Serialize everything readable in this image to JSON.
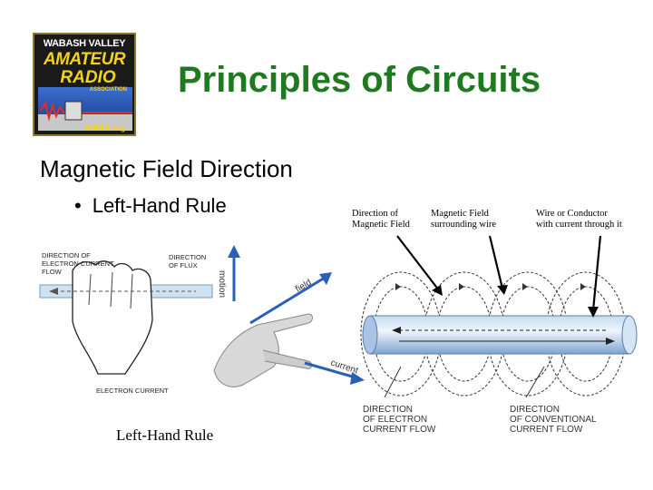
{
  "logo": {
    "line1": "WABASH VALLEY",
    "line2": "AMATEUR",
    "line3": "RADIO",
    "line4": "ASSOCIATION",
    "callsign": "W9UUU.org"
  },
  "title": "Principles of Circuits",
  "subtitle": "Magnetic Field Direction",
  "bullet": {
    "marker": "•",
    "text": "Left-Hand Rule"
  },
  "left_figure": {
    "dir_electron_current_flow": [
      "DIRECTION OF",
      "ELECTRON CURRENT",
      "FLOW"
    ],
    "dir_flux": [
      "DIRECTION",
      "OF FLUX"
    ],
    "electron_current": "ELECTRON CURRENT",
    "motion": "motion",
    "field": "field",
    "current": "current"
  },
  "caption": "Left-Hand Rule",
  "right_labels": {
    "label1": [
      "Direction of",
      "Magnetic Field"
    ],
    "label2": [
      "Magnetic Field",
      "surrounding wire"
    ],
    "label3": [
      "Wire or Conductor",
      "with current through it"
    ]
  },
  "conductor_figure": {
    "electron_flow": [
      "DIRECTION",
      "OF ELECTRON",
      "CURRENT FLOW"
    ],
    "conventional_flow": [
      "DIRECTION",
      "OF CONVENTIONAL",
      "CURRENT FLOW"
    ]
  },
  "colors": {
    "title": "#1f7a1f",
    "logo_accent": "#f5d21a",
    "field_arrow": "#2a5fb8"
  }
}
